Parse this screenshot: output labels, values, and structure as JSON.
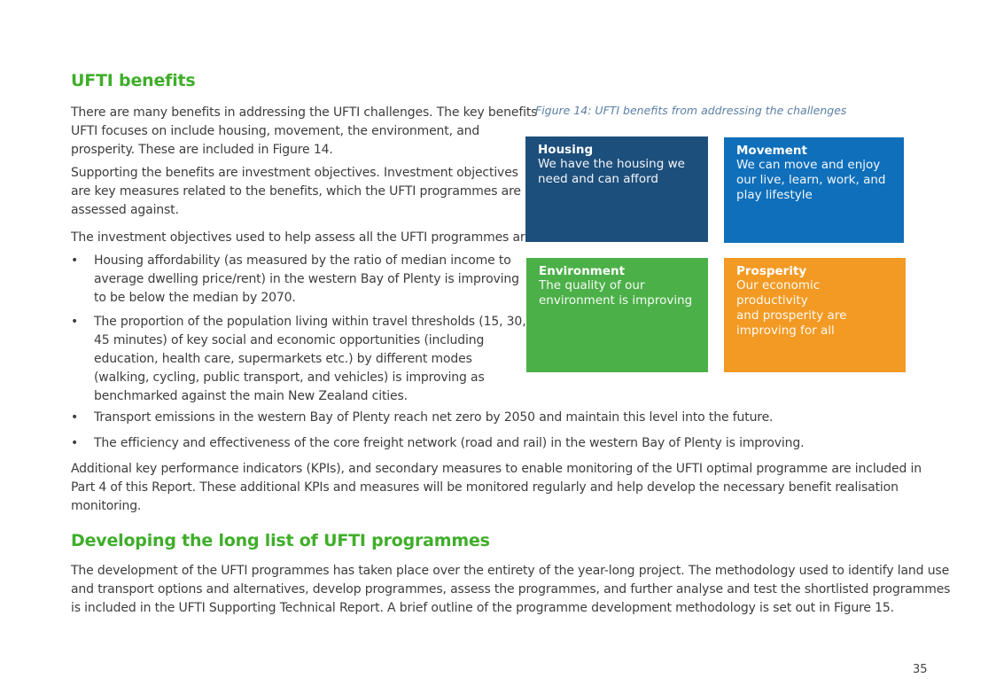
{
  "section1": {
    "heading": "UFTI benefits",
    "para1_lines": [
      "There are many benefits in addressing the UFTI challenges. The key benefits",
      "UFTI focuses on include housing, movement, the environment, and",
      "prosperity. These are included in Figure 14."
    ],
    "para2_lines": [
      "Supporting the benefits are investment objectives. Investment objectives",
      "are key measures related to the benefits, which the UFTI programmes are",
      "assessed against."
    ],
    "para3": "The investment objectives used to help assess all the UFTI programmes are:",
    "bullets": [
      {
        "lines": [
          "Housing affordability (as measured by the ratio of median income to",
          "average dwelling price/rent) in the western Bay of Plenty is improving",
          "to be below the median by 2070."
        ]
      },
      {
        "lines": [
          "The proportion of the population living within travel thresholds (15, 30,",
          "45 minutes) of key social and economic opportunities (including",
          "education, health care, supermarkets etc.) by different modes",
          "(walking, cycling, public transport, and vehicles) is improving as",
          "benchmarked against the main New Zealand cities."
        ]
      },
      {
        "lines": [
          "Transport emissions in the western Bay of Plenty reach net zero by 2050 and maintain this level into the future."
        ]
      },
      {
        "lines": [
          "The efficiency and effectiveness of the core freight network (road and rail) in the western Bay of Plenty is improving."
        ]
      }
    ],
    "para4_lines": [
      "Additional key performance indicators (KPIs), and secondary measures to enable monitoring of the UFTI optimal programme are included in",
      "Part 4 of this Report. These additional KPIs and measures will be monitored regularly and help develop the necessary benefit realisation",
      "monitoring."
    ]
  },
  "section2": {
    "heading": "Developing the long list of UFTI programmes",
    "para_lines": [
      "The development of the UFTI programmes has taken place over the entirety of the year-long project. The methodology used to identify land use",
      "and transport options and alternatives, develop programmes, assess the programmes, and further analyse and test the shortlisted programmes",
      "is included in the UFTI Supporting Technical Report. A brief outline of the programme development methodology is set out in Figure 15."
    ]
  },
  "figure": {
    "caption": "Figure 14: UFTI benefits from addressing the challenges",
    "tiles": [
      {
        "title": "Housing",
        "lines": [
          "We have the housing we",
          "need and can afford"
        ],
        "color": "#1d4f7c"
      },
      {
        "title": "Movement",
        "lines": [
          "We can move and enjoy",
          "our live, learn, work, and",
          "play lifestyle"
        ],
        "color": "#0f6fba"
      },
      {
        "title": "Environment",
        "lines": [
          "The quality of our",
          "environment is improving"
        ],
        "color": "#4cb048"
      },
      {
        "title": "Prosperity",
        "lines": [
          "Our economic productivity",
          "and prosperity are",
          "improving for all"
        ],
        "color": "#f39a24"
      }
    ]
  },
  "bullet_char": "•",
  "page_number": "35"
}
